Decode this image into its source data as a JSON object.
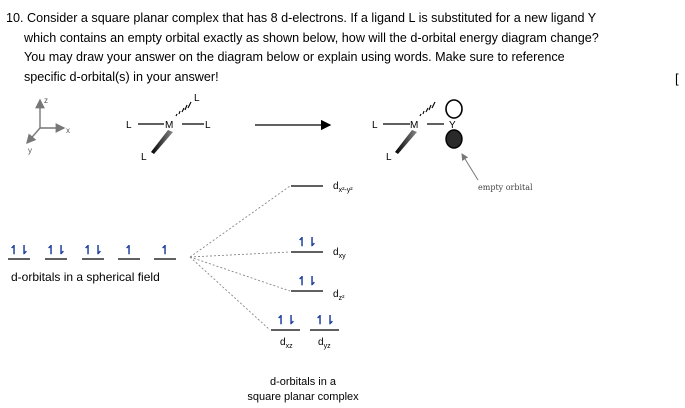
{
  "question": {
    "number": "10.",
    "lines": [
      "Consider a square planar complex that has 8 d-electrons. If a ligand L is substituted for a new ligand Y",
      "which contains an empty orbital exactly as shown below, how will the d-orbital energy diagram change?",
      "You may draw your answer on the diagram below or explain using words. Make sure to reference",
      "specific d-orbital(s) in your answer!"
    ],
    "bracket": "["
  },
  "axes": {
    "z": "z",
    "x": "x",
    "y": "y"
  },
  "complex_left": {
    "metal": "M",
    "ligand": "L"
  },
  "complex_right": {
    "metal": "M",
    "ligand": "L",
    "new_ligand": "Y"
  },
  "empty_orbital_label": "empty orbital",
  "spherical_field": {
    "electrons": [
      "↿⇂",
      "↿⇂",
      "↿⇂",
      "↿",
      "↿"
    ],
    "label": "d-orbitals in a spherical field"
  },
  "square_planar": {
    "levels": {
      "dx2y2": {
        "main": "d",
        "sub": "x²-y²",
        "electrons": ""
      },
      "dxy": {
        "main": "d",
        "sub": "xy",
        "electrons": "↿⇂"
      },
      "dz2": {
        "main": "d",
        "sub": "z²",
        "electrons": "↿⇂"
      },
      "dxz": {
        "main": "d",
        "sub": "xz",
        "electrons": "↿⇂"
      },
      "dyz": {
        "main": "d",
        "sub": "yz",
        "electrons": "↿⇂"
      }
    },
    "label_line1": "d-orbitals in a",
    "label_line2": "square planar complex"
  },
  "colors": {
    "electron": "#1f3f9e",
    "text": "#000000",
    "dash": "#666666"
  }
}
